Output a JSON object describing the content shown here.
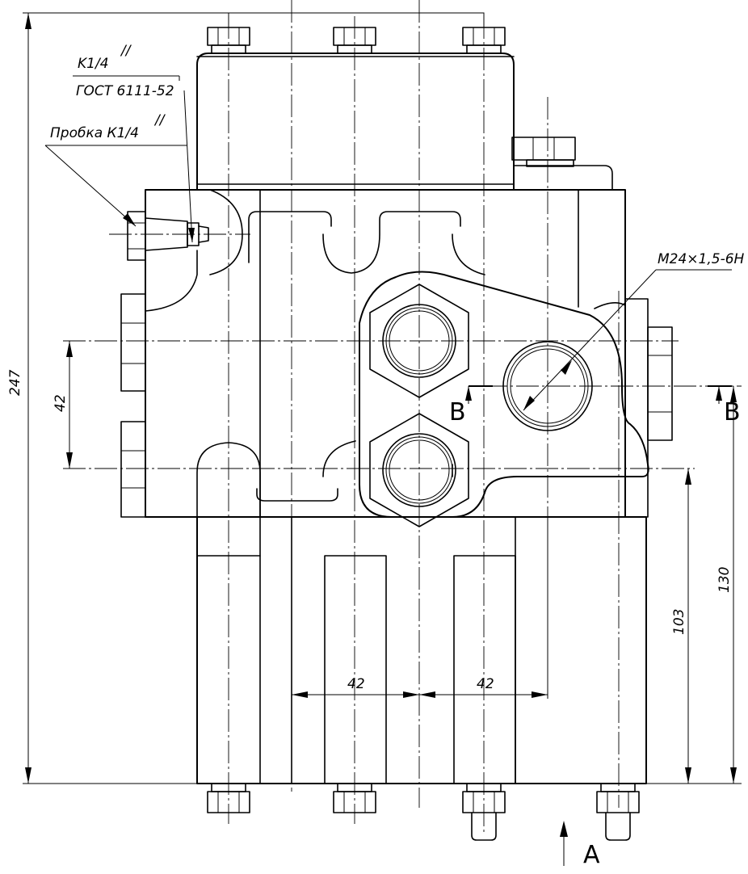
{
  "notes": {
    "thread_top": "K1/4",
    "thread_marks": "//",
    "gost": "ГОСТ 6111-52",
    "plug": "Пробка К1/4",
    "plug_marks": "//",
    "port_thread": "М24×1,5-6Н"
  },
  "dimensions": {
    "overall_height": "247",
    "port_spacing": "42",
    "spacing_left": "42",
    "spacing_right": "42",
    "height_103": "103",
    "height_130": "130"
  },
  "section": {
    "label_left": "В",
    "label_right": "В"
  },
  "view": {
    "label": "А"
  }
}
